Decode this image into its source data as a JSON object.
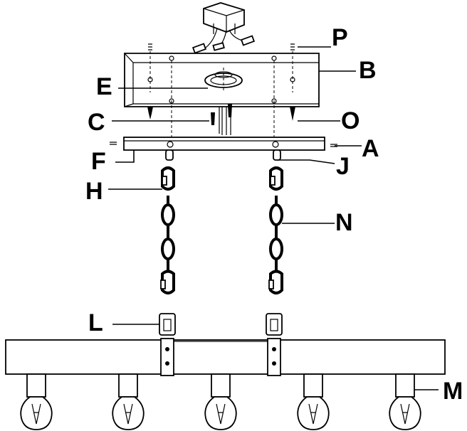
{
  "labels": {
    "P": "P",
    "B": "B",
    "E": "E",
    "C": "C",
    "O": "O",
    "F": "F",
    "A": "A",
    "J": "J",
    "H": "H",
    "N": "N",
    "L": "L",
    "M": "M"
  }
}
